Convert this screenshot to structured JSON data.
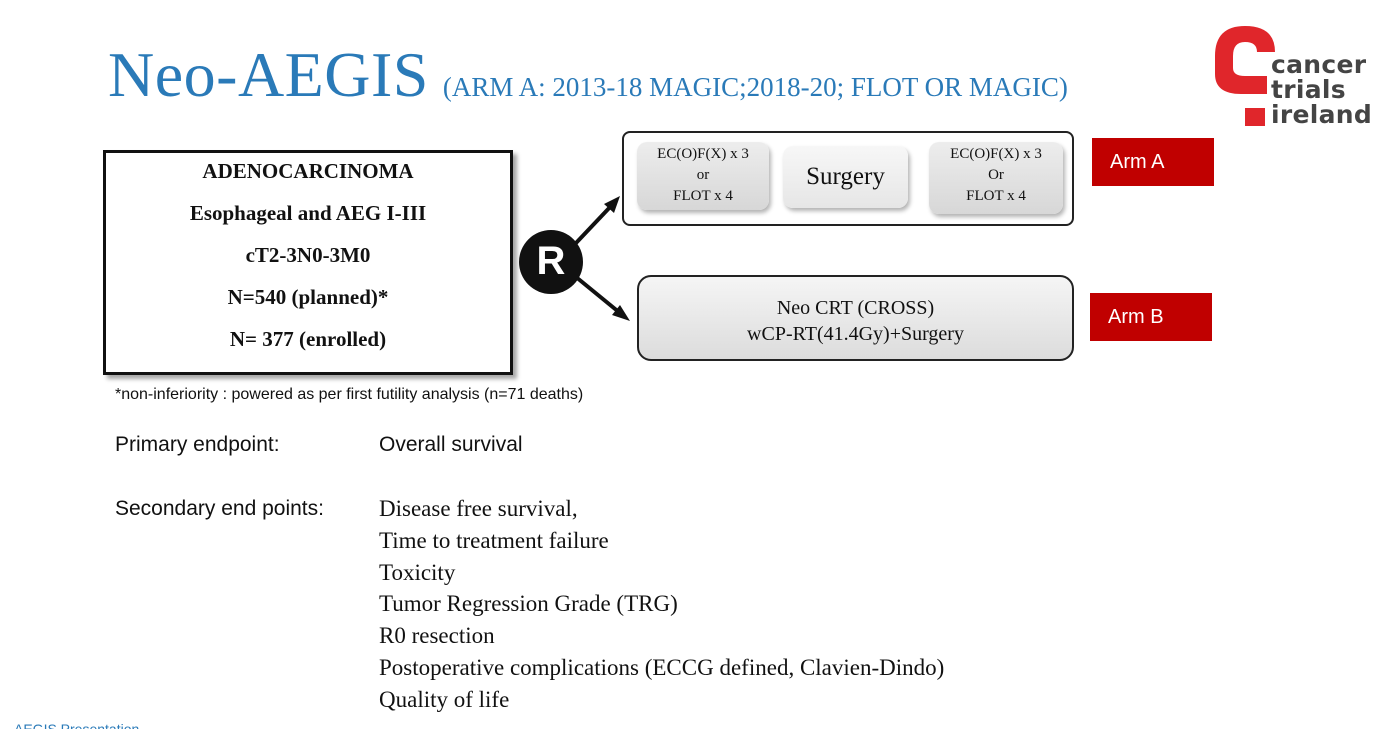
{
  "title": {
    "main": "Neo-AEGIS",
    "subtitle": "(ARM A: 2013-18 MAGIC;2018-20; FLOT OR MAGIC)"
  },
  "logo": {
    "lines": [
      "cancer",
      "trials",
      "ireland"
    ],
    "mark_color": "#e0262b",
    "text_color": "#444444"
  },
  "population": {
    "lines": [
      "ADENOCARCINOMA",
      "Esophageal  and AEG I-III",
      "cT2-3N0-3M0",
      "N=540 (planned)*",
      "N= 377 (enrolled)"
    ]
  },
  "randomization": {
    "label": "R"
  },
  "arm_a": {
    "label": "Arm A",
    "pre": [
      "EC(O)F(X) x 3",
      "or",
      "FLOT x 4"
    ],
    "surgery": "Surgery",
    "post": [
      "EC(O)F(X) x 3",
      "Or",
      "FLOT x 4"
    ]
  },
  "arm_b": {
    "label": "Arm B",
    "lines": [
      "Neo CRT (CROSS)",
      "wCP-RT(41.4Gy)+Surgery"
    ]
  },
  "colors": {
    "title": "#2a7ab8",
    "arm_label": "#c00000"
  },
  "footnote": "*non-inferiority : powered as per first futility analysis (n=71 deaths)",
  "primary_endpoint": {
    "label": "Primary endpoint:",
    "value": "Overall survival"
  },
  "secondary_endpoints": {
    "label": "Secondary end points:",
    "items": [
      "Disease free survival,",
      "Time to treatment failure",
      "Toxicity",
      "Tumor Regression Grade (TRG)",
      "R0 resection",
      "Postoperative  complications (ECCG defined, Clavien-Dindo)",
      "Quality of life"
    ]
  },
  "bottom_cut_text": "AEGIS Presentation"
}
